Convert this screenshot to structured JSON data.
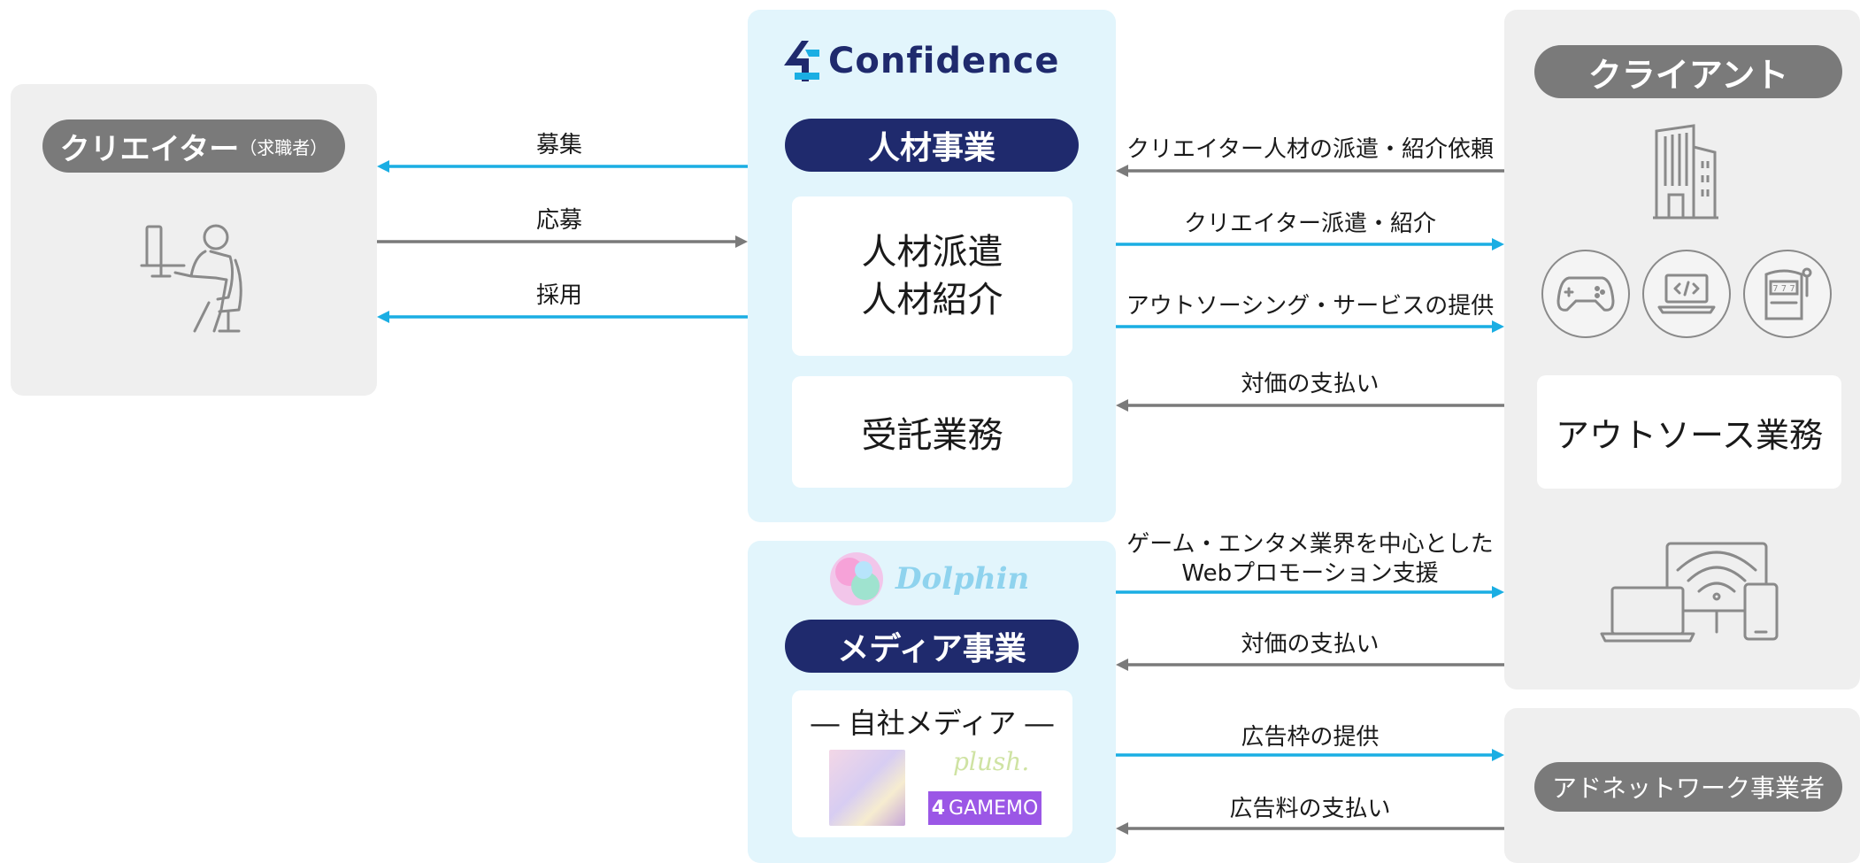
{
  "colors": {
    "accent_blue": "#1aaee3",
    "arrow_grey": "#7a7a7a",
    "navy": "#1f2a6d",
    "panel_grey": "#efefef",
    "panel_blue": "#e2f5fc",
    "gamemo_purple": "#9b57e6"
  },
  "creator": {
    "title": "クリエイター",
    "sub": "（求職者）",
    "icon": "person-at-desk-icon"
  },
  "confidence": {
    "logo_text": "Confidence",
    "business": "人材事業",
    "service_line1": "人材派遣",
    "service_line2": "人材紹介",
    "contract": "受託業務"
  },
  "dolphin": {
    "logo_text": "Dolphin",
    "business": "メディア事業",
    "own_media": "― 自社メディア ―",
    "plush": "plush.",
    "gamemo": "GAMEMO"
  },
  "client": {
    "title": "クライアント",
    "outsource": "アウトソース業務",
    "icons": [
      "building-icon",
      "gamepad-icon",
      "laptop-code-icon",
      "slot-machine-icon",
      "devices-wifi-icon"
    ]
  },
  "adnetwork": {
    "title": "アドネットワーク事業者"
  },
  "left_flows": [
    {
      "label": "募集",
      "direction": "left"
    },
    {
      "label": "応募",
      "direction": "right"
    },
    {
      "label": "採用",
      "direction": "left"
    }
  ],
  "right_flows": [
    {
      "label": "クリエイター人材の派遣・紹介依頼",
      "direction": "left"
    },
    {
      "label": "クリエイター派遣・紹介",
      "direction": "right"
    },
    {
      "label": "アウトソーシング・サービスの提供",
      "direction": "right"
    },
    {
      "label": "対価の支払い",
      "direction": "left"
    },
    {
      "label_line1": "ゲーム・エンタメ業界を中心とした",
      "label_line2": "Webプロモーション支援",
      "direction": "right"
    },
    {
      "label": "対価の支払い",
      "direction": "left"
    },
    {
      "label": "広告枠の提供",
      "direction": "right"
    },
    {
      "label": "広告料の支払い",
      "direction": "left"
    }
  ]
}
